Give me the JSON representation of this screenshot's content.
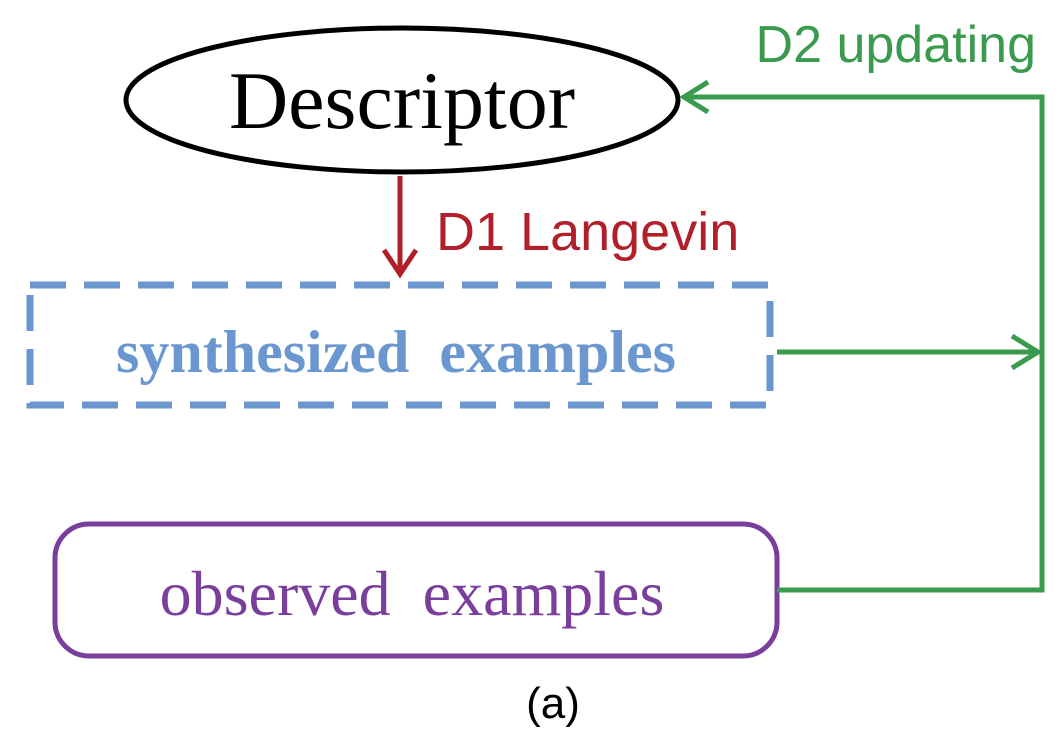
{
  "nodes": {
    "descriptor": {
      "label": "Descriptor",
      "color": "#000000"
    },
    "synthesized": {
      "label": "synthesized  examples",
      "color": "#6a97cf"
    },
    "observed": {
      "label": "observed  examples",
      "color": "#7a3f9d"
    }
  },
  "edges": {
    "langevin": {
      "label": "D1 Langevin",
      "color": "#b01f2a"
    },
    "updating": {
      "label": "D2 updating",
      "color": "#3a9a4e"
    }
  },
  "caption": "(a)"
}
